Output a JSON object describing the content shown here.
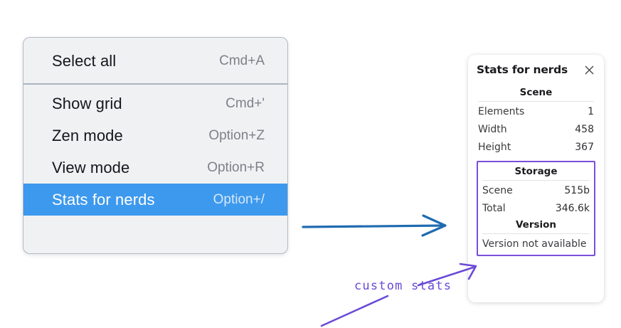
{
  "context_menu": {
    "groups": [
      {
        "items": [
          {
            "label": "Select all",
            "shortcut": "Cmd+A",
            "selected": false
          }
        ]
      },
      {
        "items": [
          {
            "label": "Show grid",
            "shortcut": "Cmd+'",
            "selected": false
          },
          {
            "label": "Zen mode",
            "shortcut": "Option+Z",
            "selected": false
          },
          {
            "label": "View mode",
            "shortcut": "Option+R",
            "selected": false
          },
          {
            "label": "Stats for nerds",
            "shortcut": "Option+/",
            "selected": true
          }
        ]
      }
    ],
    "highlight_color": "#3d99ed"
  },
  "stats_panel": {
    "title": "Stats for nerds",
    "close_icon": "close-icon",
    "scene": {
      "heading": "Scene",
      "rows": [
        {
          "label": "Elements",
          "value": "1"
        },
        {
          "label": "Width",
          "value": "458"
        },
        {
          "label": "Height",
          "value": "367"
        }
      ]
    },
    "storage": {
      "heading": "Storage",
      "rows": [
        {
          "label": "Scene",
          "value": "515b"
        },
        {
          "label": "Total",
          "value": "346.6k"
        }
      ]
    },
    "version": {
      "heading": "Version",
      "text": "Version not available"
    },
    "highlight_color": "#7a4fdb"
  },
  "annotations": {
    "arrow_color": "#1f6bb0",
    "note_color": "#6a4ad6",
    "note_text": "custom stats"
  }
}
